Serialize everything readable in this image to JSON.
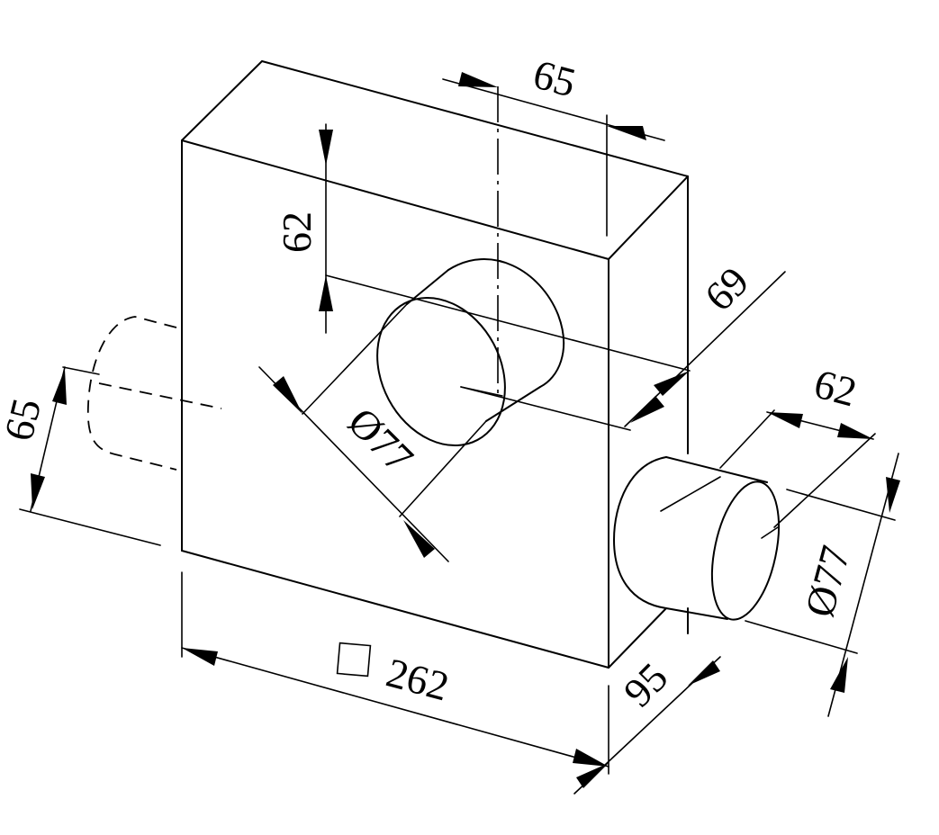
{
  "dimensions": {
    "hole_offset_top": "62",
    "hole_offset_side": "65",
    "hole_diameter": "Ø77",
    "depth_69": "69",
    "pin_length": "62",
    "pin_diameter": "Ø77",
    "rear_pin_offset": "65",
    "body_size": "262",
    "body_thickness": "95"
  },
  "symbols": {
    "square": "square-symbol",
    "diameter": "diameter-symbol"
  }
}
